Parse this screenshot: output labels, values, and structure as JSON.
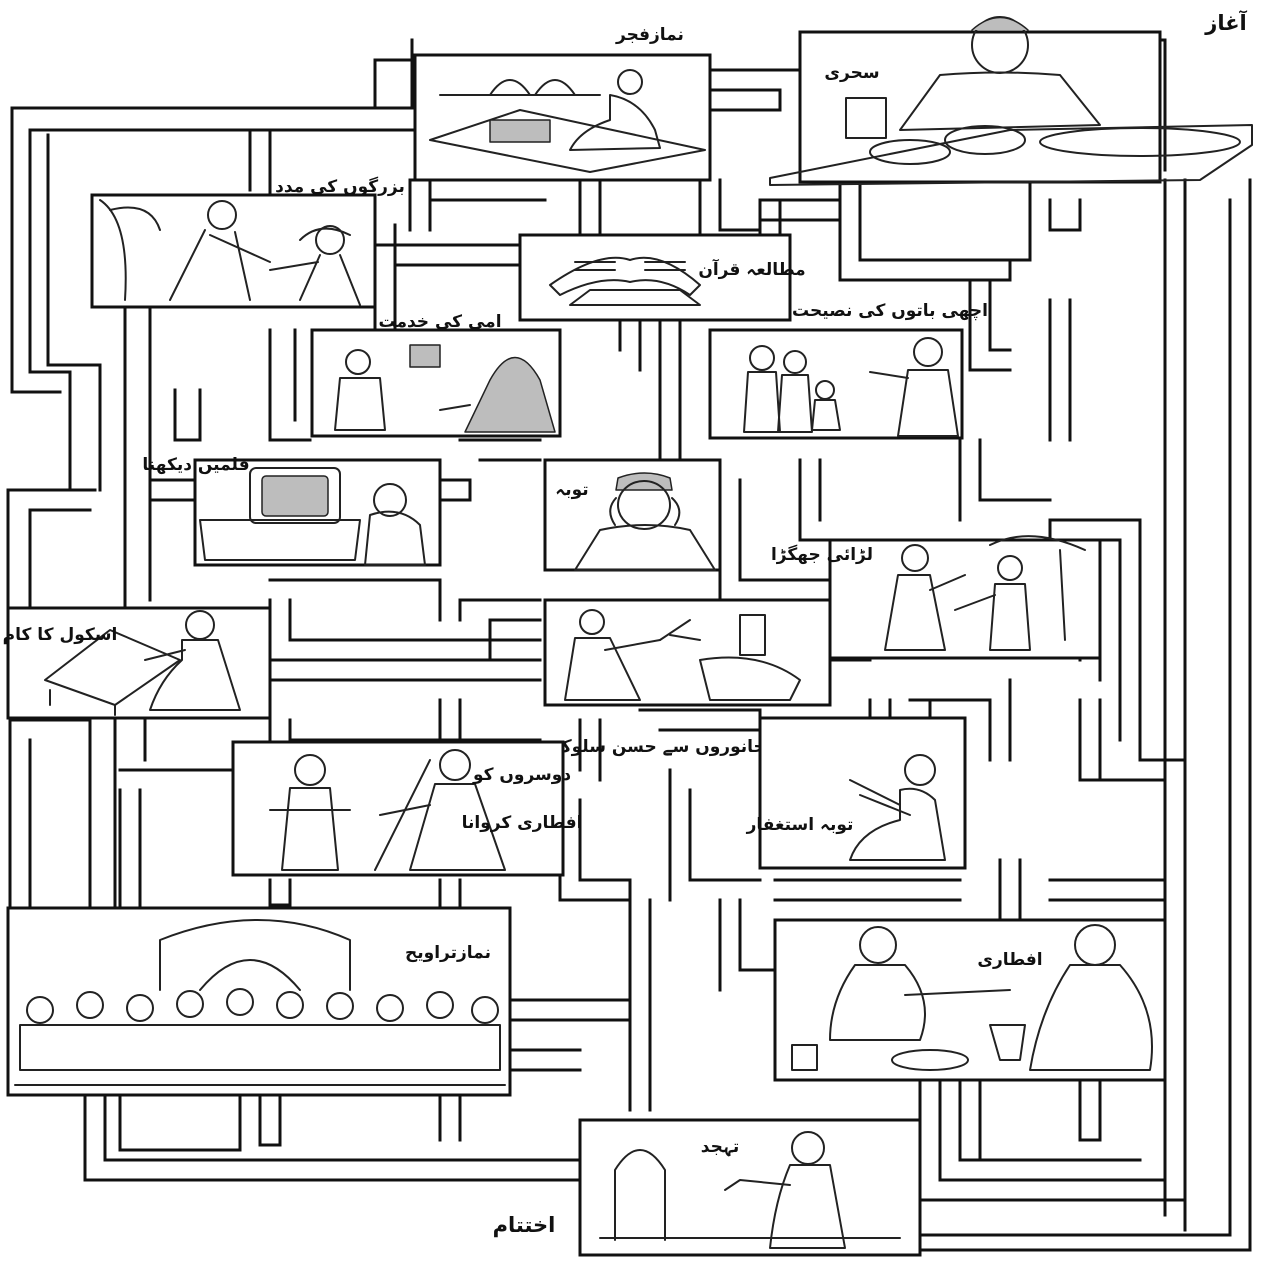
{
  "title": "Ramadan maze activity",
  "start_label": "آغاز",
  "end_label": "اختتام",
  "panels": [
    {
      "id": "sehri",
      "label": "سحری",
      "icon": "eating-at-table"
    },
    {
      "id": "fajr",
      "label": "نمازفجر",
      "icon": "praying-on-mat"
    },
    {
      "id": "helping-elders",
      "label": "بزرگوں کی مدد",
      "icon": "helping-elder"
    },
    {
      "id": "quran",
      "label": "مطالعہ قرآن",
      "icon": "open-book-on-stand"
    },
    {
      "id": "serving-mother",
      "label": "امی کی خدمت",
      "icon": "serving-mother"
    },
    {
      "id": "good-advice",
      "label": "اچھی باتوں کی نصیحت",
      "icon": "giving-advice"
    },
    {
      "id": "watching-films",
      "label": "فلمیں دیکھنا",
      "icon": "television"
    },
    {
      "id": "tauba",
      "label": "توبہ",
      "icon": "repenting"
    },
    {
      "id": "fighting",
      "label": "لڑائی جھگڑا",
      "icon": "fighting"
    },
    {
      "id": "school-work",
      "label": "اسکول کا کام",
      "icon": "writing-desk"
    },
    {
      "id": "animals",
      "label": "جانوروں سے حسن سلوک",
      "icon": "feeding-goat"
    },
    {
      "id": "iftar-others-1",
      "label": "دوسروں کو",
      "icon": "giving-food"
    },
    {
      "id": "iftar-others-2",
      "label": "افطاری کروانا",
      "icon": "giving-food"
    },
    {
      "id": "istighfar",
      "label": "توبہ استغفار",
      "icon": "supplication"
    },
    {
      "id": "taraweeh",
      "label": "نمازتراویح",
      "icon": "congregation"
    },
    {
      "id": "iftari",
      "label": "افطاری",
      "icon": "breaking-fast"
    },
    {
      "id": "tahajjud",
      "label": "تہجد",
      "icon": "praying-hands"
    }
  ]
}
